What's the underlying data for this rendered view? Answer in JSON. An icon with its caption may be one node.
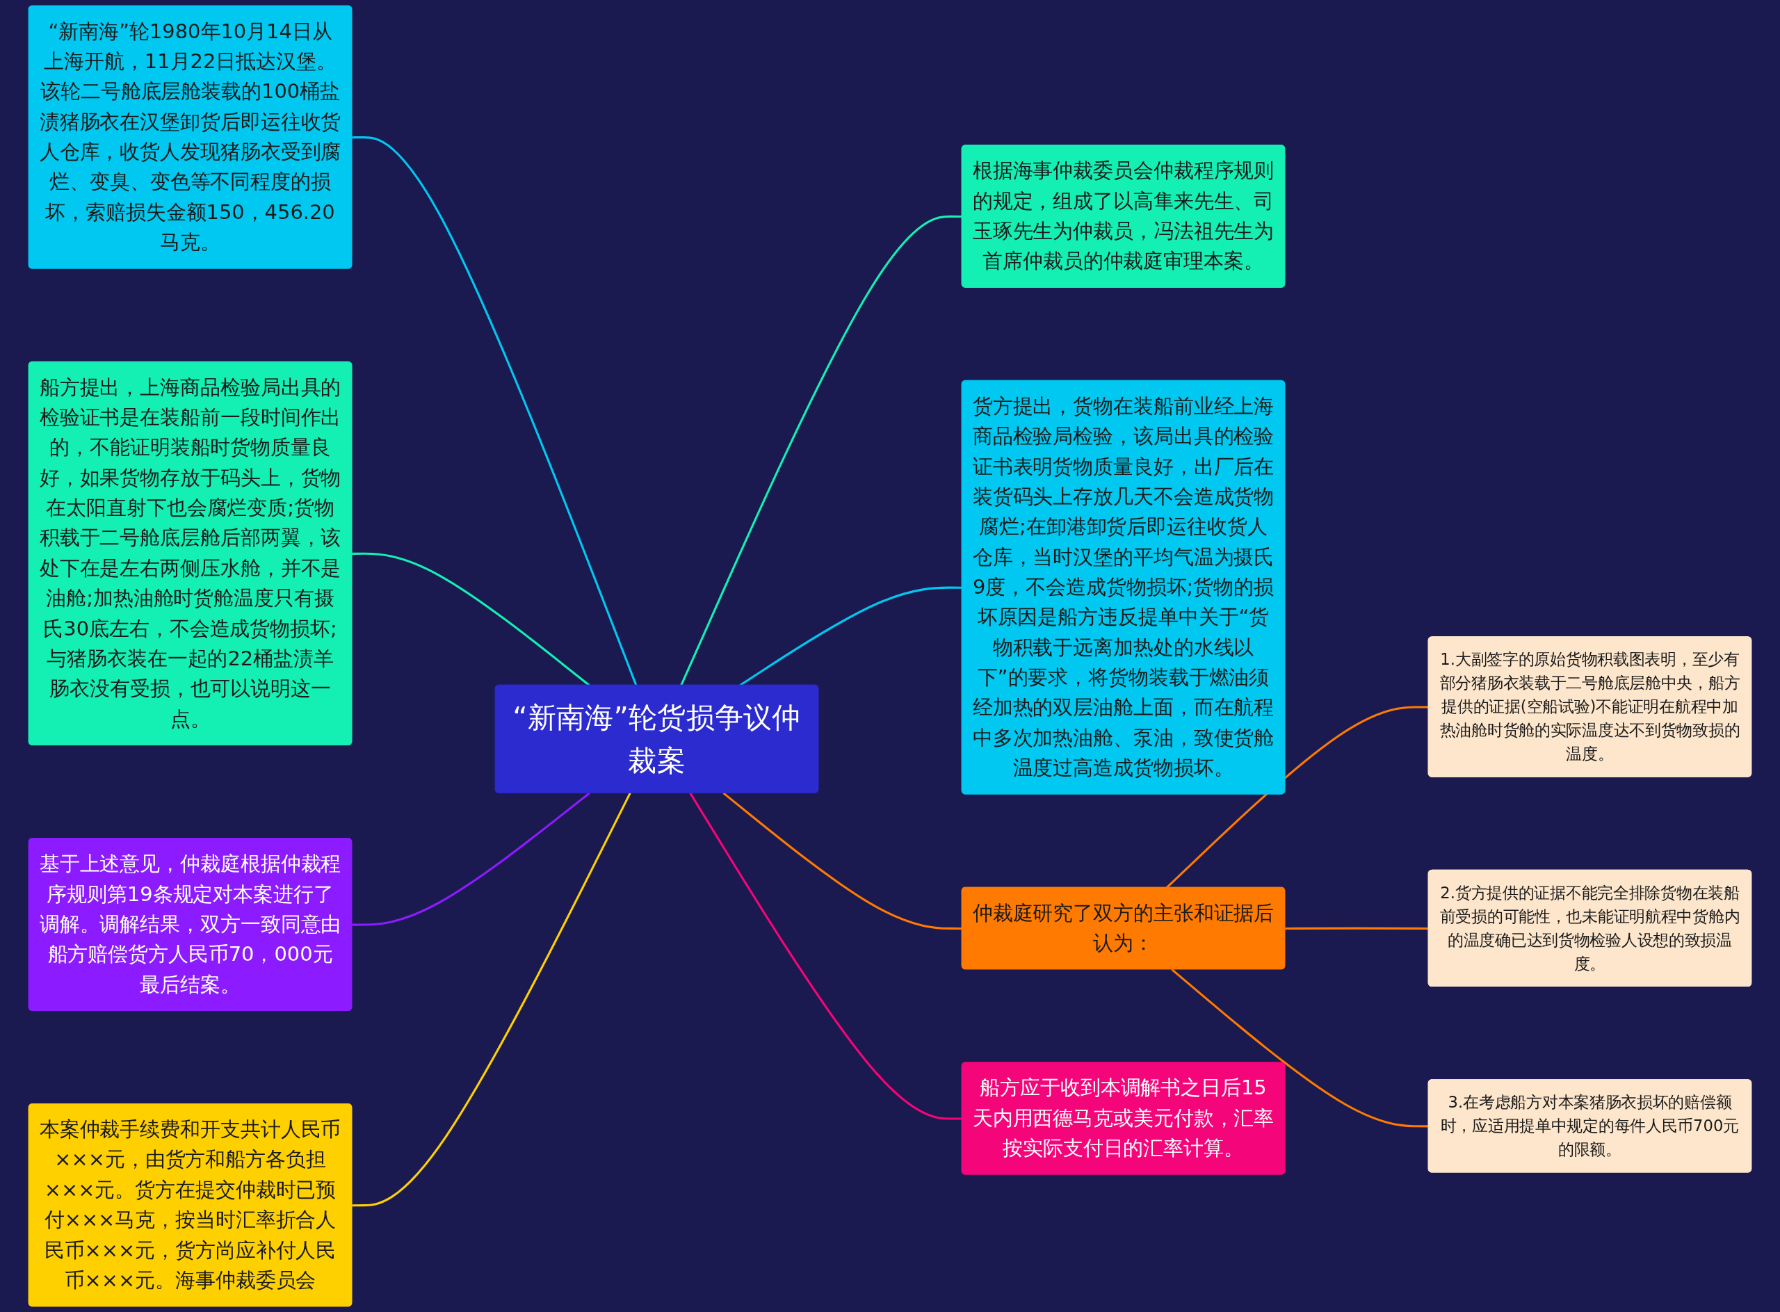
{
  "diagram": {
    "nodes": [
      {
        "text": [
          "“新南海”轮货损争议仲裁案"
        ]
      },
      {
        "text": [
          "“新南海”轮1980年10月14日从上海开航，11月22日抵达汉堡。该轮二号舱底层舱装载的100桶盐渍猪肠衣在汉堡卸货后即运往收货人仓库，收货人发现猪肠衣受到腐烂、变臭、变色等不同程度的损坏，索赔损失金额150，456.20马克。"
        ]
      },
      {
        "text": [
          "船方提出，上海商品检验局出具的检验证书是在装船前一段时间作出的，不能证明装船时货物质量良好，如果货物存放于码头上，货物在太阳直射下也会腐烂变质;货物积载于二号舱底层舱后部两翼，该处下在是左右两侧压水舱，并不是油舱;加热油舱时货舱温度只有摄氏30底左右，不会造成货物损坏;与猪肠衣装在一起的22桶盐渍羊肠衣没有受损，也可以说明这一点。"
        ]
      },
      {
        "text": [
          "基于上述意见，仲裁庭根据仲裁程序规则第19条规定对本案进行了调解。调解结果，双方一致同意由船方赔偿货方人民币70，000元最后结案。"
        ]
      },
      {
        "text": [
          "本案仲裁手续费和开支共计人民币×××元，由货方和船方各负担×××元。货方在提交仲裁时已预付×××马克，按当时汇率折合人民币×××元，货方尚应补付人民币×××元。海事仲裁委员会"
        ]
      },
      {
        "text": [
          "根据海事仲裁委员会仲裁程序规则的规定，组成了以高隼来先生、司玉琢先生为仲裁员，冯法祖先生为首席仲裁员的仲裁庭审理本案。"
        ]
      },
      {
        "text": [
          "货方提出，货物在装船前业经上海商品检验局检验，该局出具的检验证书表明货物质量良好，出厂后在装货码头上存放几天不会造成货物腐烂;在卸港卸货后即运往收货人仓库，当时汉堡的平均气温为摄氏9度，不会造成货物损坏;货物的损坏原因是船方违反提单中关于“货物积载于远离加热处的水线以下”的要求，将货物装载于燃油须经加热的双层油舱上面，而在航程中多次加热油舱、泵油，致使货舱温度过高造成货物损坏。"
        ]
      },
      {
        "text": [
          "仲裁庭研究了双方的主张和证据后认为："
        ]
      },
      {
        "text": [
          "1.大副签字的原始货物积载图表明，至少有部分猪肠衣装载于二号舱底层舱中央，船方提供的证据(空船试验)不能证明在航程中加热油舱时货舱的实际温度达不到货物致损的温度。"
        ]
      },
      {
        "text": [
          "2.货方提供的证据不能完全排除货物在装船前受损的可能性，也未能证明航程中货舱内的温度确已达到货物检验人设想的致损温度。"
        ]
      },
      {
        "text": [
          "3.在考虑船方对本案猪肠衣损坏的赔偿额时，应适用提单中规定的每件人民币700元的限额。"
        ]
      },
      {
        "text": [
          "船方应于收到本调解书之日后15天内用西德马克或美元付款，汇率按实际支付日的汇率计算。"
        ]
      }
    ],
    "edges": [
      {
        "from": 0,
        "to": 1,
        "arrow": "none",
        "color": "#00c8f0"
      },
      {
        "from": 0,
        "to": 2,
        "arrow": "none",
        "color": "#14f0b4"
      },
      {
        "from": 0,
        "to": 3,
        "arrow": "none",
        "color": "#8c1cff"
      },
      {
        "from": 0,
        "to": 4,
        "arrow": "none",
        "color": "#ffd000"
      },
      {
        "from": 0,
        "to": 5,
        "arrow": "none",
        "color": "#14f0b4"
      },
      {
        "from": 0,
        "to": 6,
        "arrow": "none",
        "color": "#00c8f0"
      },
      {
        "from": 0,
        "to": 7,
        "arrow": "none",
        "color": "#ff7a00"
      },
      {
        "from": 7,
        "to": 8,
        "arrow": "none",
        "color": "#ff7a00"
      },
      {
        "from": 7,
        "to": 9,
        "arrow": "none",
        "color": "#ff7a00"
      },
      {
        "from": 7,
        "to": 10,
        "arrow": "none",
        "color": "#ff7a00"
      },
      {
        "from": 0,
        "to": 11,
        "arrow": "none",
        "color": "#f5057a"
      }
    ]
  }
}
